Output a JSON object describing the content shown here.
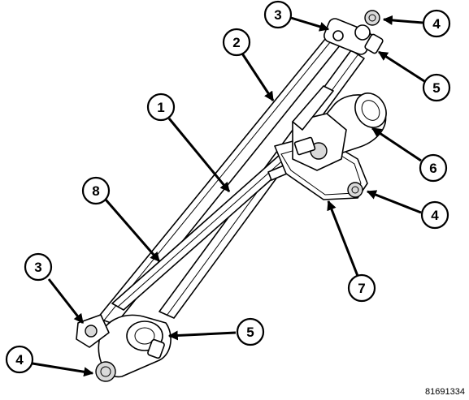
{
  "figure_id": "81691334",
  "callouts": [
    {
      "id": "c1",
      "label": "1"
    },
    {
      "id": "c2",
      "label": "2"
    },
    {
      "id": "c3a",
      "label": "3"
    },
    {
      "id": "c3b",
      "label": "3"
    },
    {
      "id": "c4a",
      "label": "4"
    },
    {
      "id": "c4b",
      "label": "4"
    },
    {
      "id": "c4c",
      "label": "4"
    },
    {
      "id": "c5a",
      "label": "5"
    },
    {
      "id": "c5b",
      "label": "5"
    },
    {
      "id": "c6",
      "label": "6"
    },
    {
      "id": "c7",
      "label": "7"
    },
    {
      "id": "c8",
      "label": "8"
    }
  ]
}
